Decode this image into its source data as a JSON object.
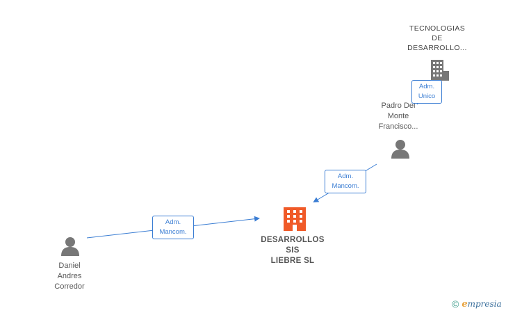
{
  "nodes": {
    "top_company": {
      "lines": [
        "TECNOLOGIAS",
        "DE",
        "DESARROLLO..."
      ]
    },
    "main_company": {
      "lines": [
        "DESARROLLOS",
        "SIS",
        "LIEBRE  SL"
      ]
    },
    "padro": {
      "lines": [
        "Padro Del",
        "Monte",
        "Francisco..."
      ]
    },
    "daniel": {
      "lines": [
        "Daniel",
        "Andres",
        "Corredor"
      ]
    }
  },
  "edges": {
    "top_to_padro": {
      "lines": [
        "Adm.",
        "Unico"
      ]
    },
    "padro_to_main": {
      "lines": [
        "Adm.",
        "Mancom."
      ]
    },
    "daniel_to_main": {
      "lines": [
        "Adm.",
        "Mancom."
      ]
    }
  },
  "footer": {
    "copyright": "©",
    "brand_initial": "e",
    "brand_rest": "mpresia"
  },
  "colors": {
    "main_company": "#f05a28",
    "company": "#777777",
    "person": "#777777",
    "edge": "#3a7dd3",
    "text": "#555555"
  }
}
